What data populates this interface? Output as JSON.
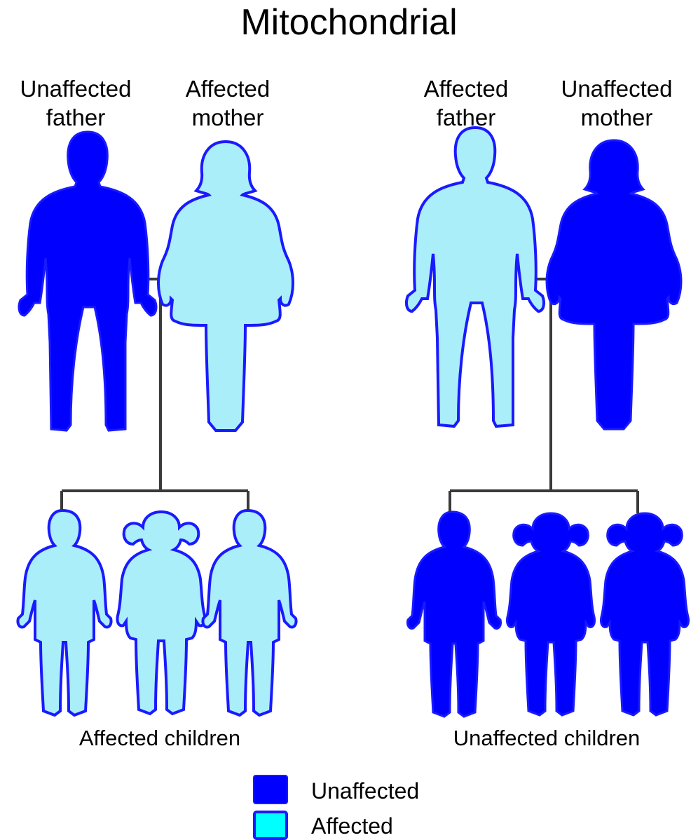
{
  "title": "Mitochondrial",
  "families": [
    {
      "father_label": "Unaffected\nfather",
      "mother_label": "Affected\nmother",
      "children_label": "Affected children",
      "father_status": "unaffected",
      "mother_status": "affected",
      "children": [
        {
          "sex": "boy",
          "status": "affected"
        },
        {
          "sex": "girl",
          "status": "affected"
        },
        {
          "sex": "boy",
          "status": "affected"
        }
      ]
    },
    {
      "father_label": "Affected\nfather",
      "mother_label": "Unaffected\nmother",
      "children_label": "Unaffected children",
      "father_status": "affected",
      "mother_status": "unaffected",
      "children": [
        {
          "sex": "boy",
          "status": "unaffected"
        },
        {
          "sex": "girl",
          "status": "unaffected"
        },
        {
          "sex": "girl",
          "status": "unaffected"
        }
      ]
    }
  ],
  "legend": {
    "unaffected_label": "Unaffected",
    "affected_label": "Affected"
  },
  "colors": {
    "unaffected_fill": "#0000ff",
    "affected_fill": "#aaeefa",
    "outline": "#1a1aff",
    "connector": "#3a3a3a",
    "legend_affected_fill": "#00ffff"
  }
}
